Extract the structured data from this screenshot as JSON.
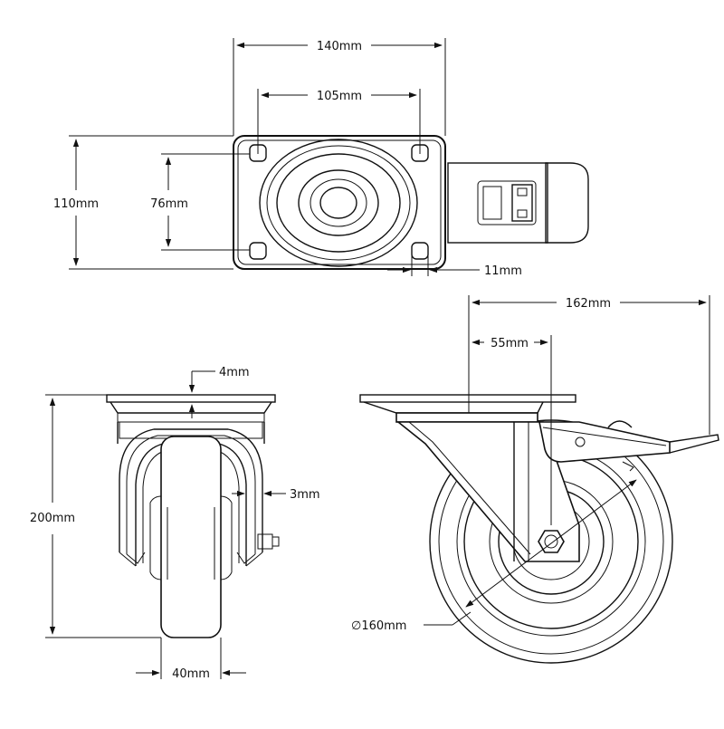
{
  "dimensions": {
    "plate_width": "140mm",
    "hole_spacing_x": "105mm",
    "plate_length": "110mm",
    "hole_spacing_y": "76mm",
    "bolt_hole": "11mm",
    "plate_thickness": "4mm",
    "overall_height": "200mm",
    "fork_thickness": "3mm",
    "wheel_width": "40mm",
    "swivel_radius": "162mm",
    "offset": "55mm",
    "wheel_diameter": "∅160mm"
  }
}
